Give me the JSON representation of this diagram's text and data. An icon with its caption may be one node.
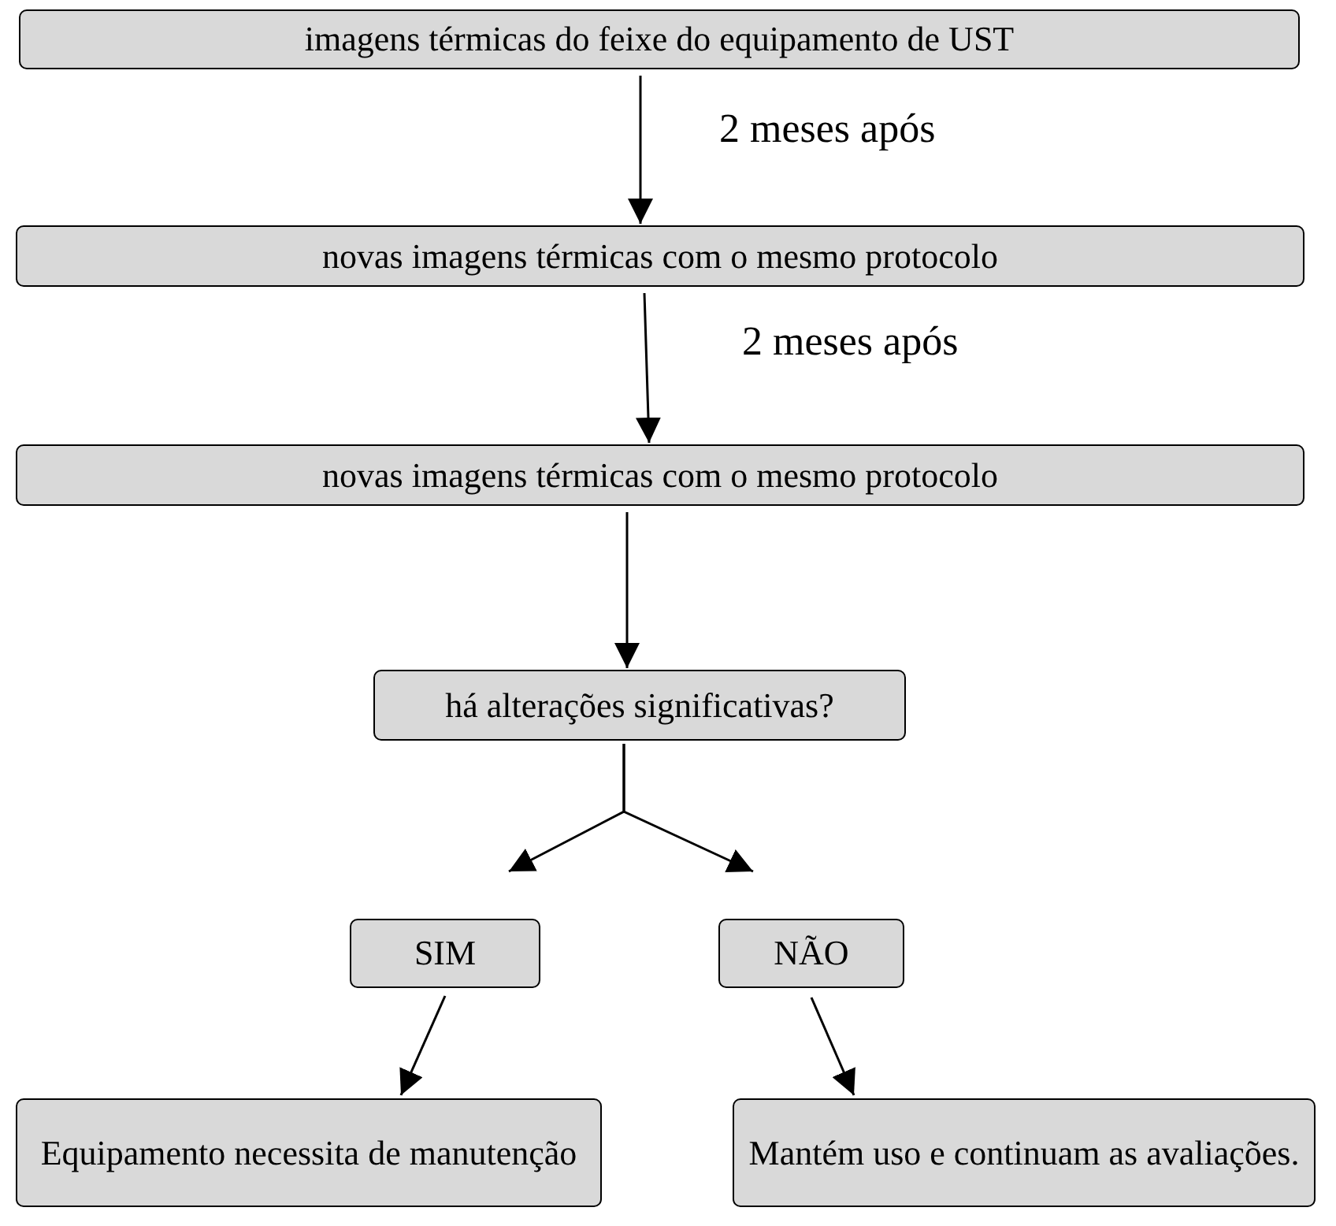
{
  "diagram": {
    "nodes": [
      {
        "text": [
          "imagens térmicas do feixe do equipamento de UST"
        ]
      },
      {
        "text": [
          "novas imagens  térmicas com o mesmo protocolo"
        ]
      },
      {
        "text": [
          "novas imagens térmicas com o mesmo protocolo"
        ]
      },
      {
        "text": [
          "há alterações significativas?"
        ]
      },
      {
        "text": [
          "SIM"
        ]
      },
      {
        "text": [
          "NÃO"
        ]
      },
      {
        "text": [
          "Equipamento necessita de manutenção"
        ]
      },
      {
        "text": [
          "Mantém uso e continuam as avaliações."
        ]
      }
    ],
    "edges": [
      {
        "from": 0,
        "to": 1,
        "arrow": "to",
        "label": "2 meses após"
      },
      {
        "from": 1,
        "to": 2,
        "arrow": "to",
        "label": "2 meses após"
      },
      {
        "from": 2,
        "to": 3,
        "arrow": "to"
      },
      {
        "from": 3,
        "to": 4,
        "arrow": "to"
      },
      {
        "from": 3,
        "to": 5,
        "arrow": "to"
      },
      {
        "from": 4,
        "to": 6,
        "arrow": "to"
      },
      {
        "from": 5,
        "to": 7,
        "arrow": "to"
      }
    ]
  }
}
